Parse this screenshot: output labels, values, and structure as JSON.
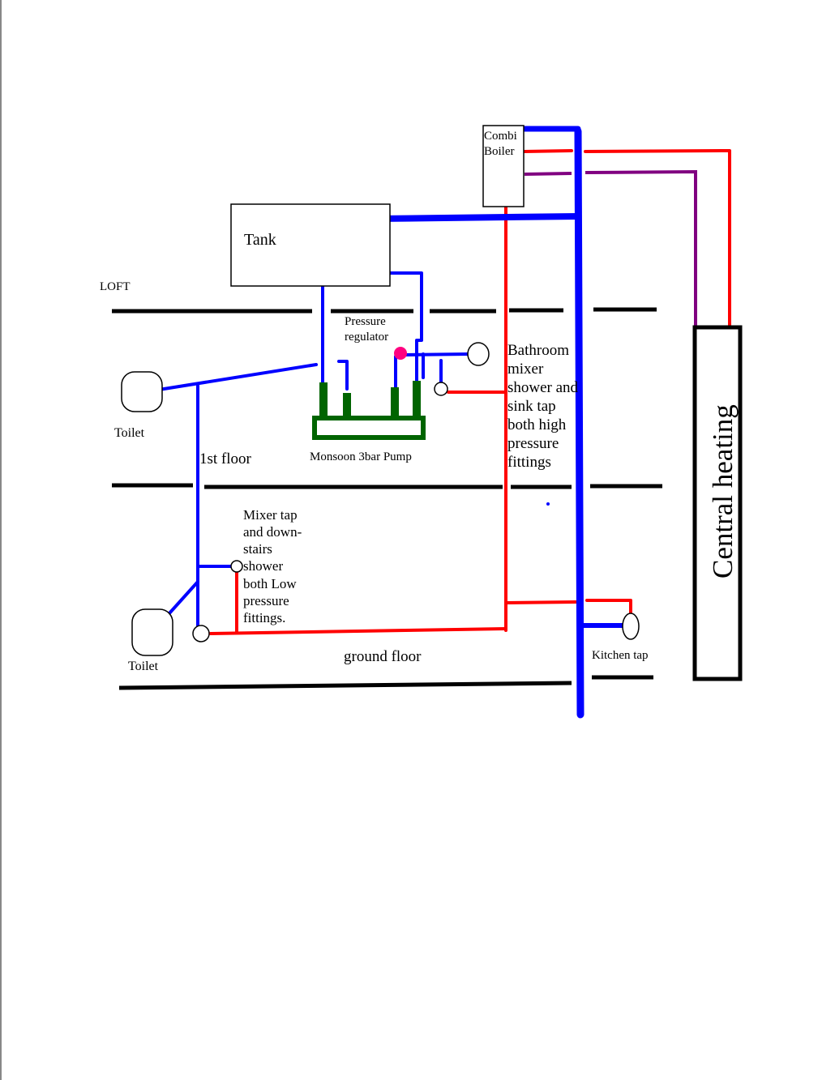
{
  "labels": {
    "combi_boiler_line1": "Combi",
    "combi_boiler_line2": "Boiler",
    "tank": "Tank",
    "loft": "LOFT",
    "pressure_regulator_line1": "Pressure",
    "pressure_regulator_line2": "regulator",
    "bathroom_line1": "Bathroom",
    "bathroom_line2": "mixer",
    "bathroom_line3": "shower and",
    "bathroom_line4": "sink tap",
    "bathroom_line5": "both high",
    "bathroom_line6": "pressure",
    "bathroom_line7": "fittings",
    "toilet_upper": "Toilet",
    "first_floor": "1st floor",
    "pump": "Monsoon 3bar Pump",
    "mixer_line1": "Mixer tap",
    "mixer_line2": "and down-",
    "mixer_line3": "stairs",
    "mixer_line4": "shower",
    "mixer_line5": "both Low",
    "mixer_line6": "pressure",
    "mixer_line7": "fittings.",
    "toilet_lower": "Toilet",
    "ground_floor": "ground floor",
    "kitchen_tap": "Kitchen tap",
    "central_heating": "Central heating"
  },
  "colors": {
    "cold_pipe": "#0000ff",
    "hot_pipe": "#ff0000",
    "heating_return": "#800080",
    "pump": "#006400",
    "regulator": "#ff0080"
  }
}
